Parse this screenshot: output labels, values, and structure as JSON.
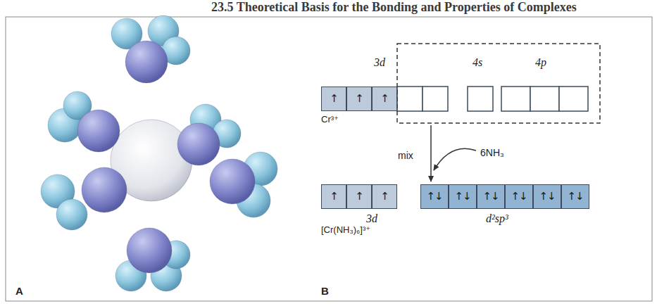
{
  "diagram": {
    "nodes": [
      {
        "text": [
          "↑"
        ]
      },
      {
        "text": [
          "↑"
        ]
      },
      {
        "text": [
          "↑"
        ]
      },
      {
        "text": [
          "↑"
        ]
      },
      {
        "text": [
          "↑"
        ]
      },
      {
        "text": [
          "↑"
        ]
      },
      {
        "text": [
          "↑↓"
        ]
      },
      {
        "text": [
          "↑↓"
        ]
      },
      {
        "text": [
          "↑↓"
        ]
      },
      {
        "text": [
          "↑↓"
        ]
      },
      {
        "text": [
          "↑↓"
        ]
      },
      {
        "text": [
          "↑↓"
        ]
      }
    ],
    "labels": [
      "23.5 Theoretical Basis for the Bonding and Properties of Complexes",
      "3d",
      "4s",
      "4p",
      "Cr³⁺",
      "mix",
      "6NH₃",
      "3d",
      "d²sp³",
      "[Cr(NH₃)₆]³⁺",
      "A",
      "B"
    ]
  }
}
